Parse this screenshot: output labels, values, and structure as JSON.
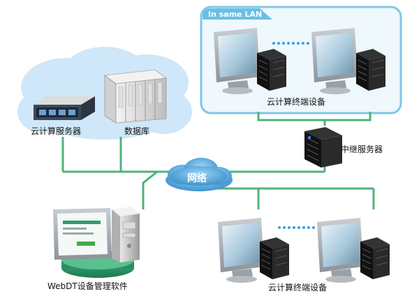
{
  "labels": {
    "cloud_server": "云计算服务器",
    "database": "数据库",
    "terminals_top": "云计算终端设备",
    "relay_server": "中继服务器",
    "network": "网络",
    "management": "WebDT设备管理软件",
    "terminals_bottom": "云计算终端设备"
  },
  "lan_title": "In same LAN",
  "colors": {
    "link_green": "#4fb37a",
    "lan_border": "#7fc7e6",
    "lan_fill": "#eef8fd",
    "cloud_fill": "#cfe7f8",
    "lan_title_bg": "#6bbfe3",
    "dots": "#3aa0e0"
  }
}
